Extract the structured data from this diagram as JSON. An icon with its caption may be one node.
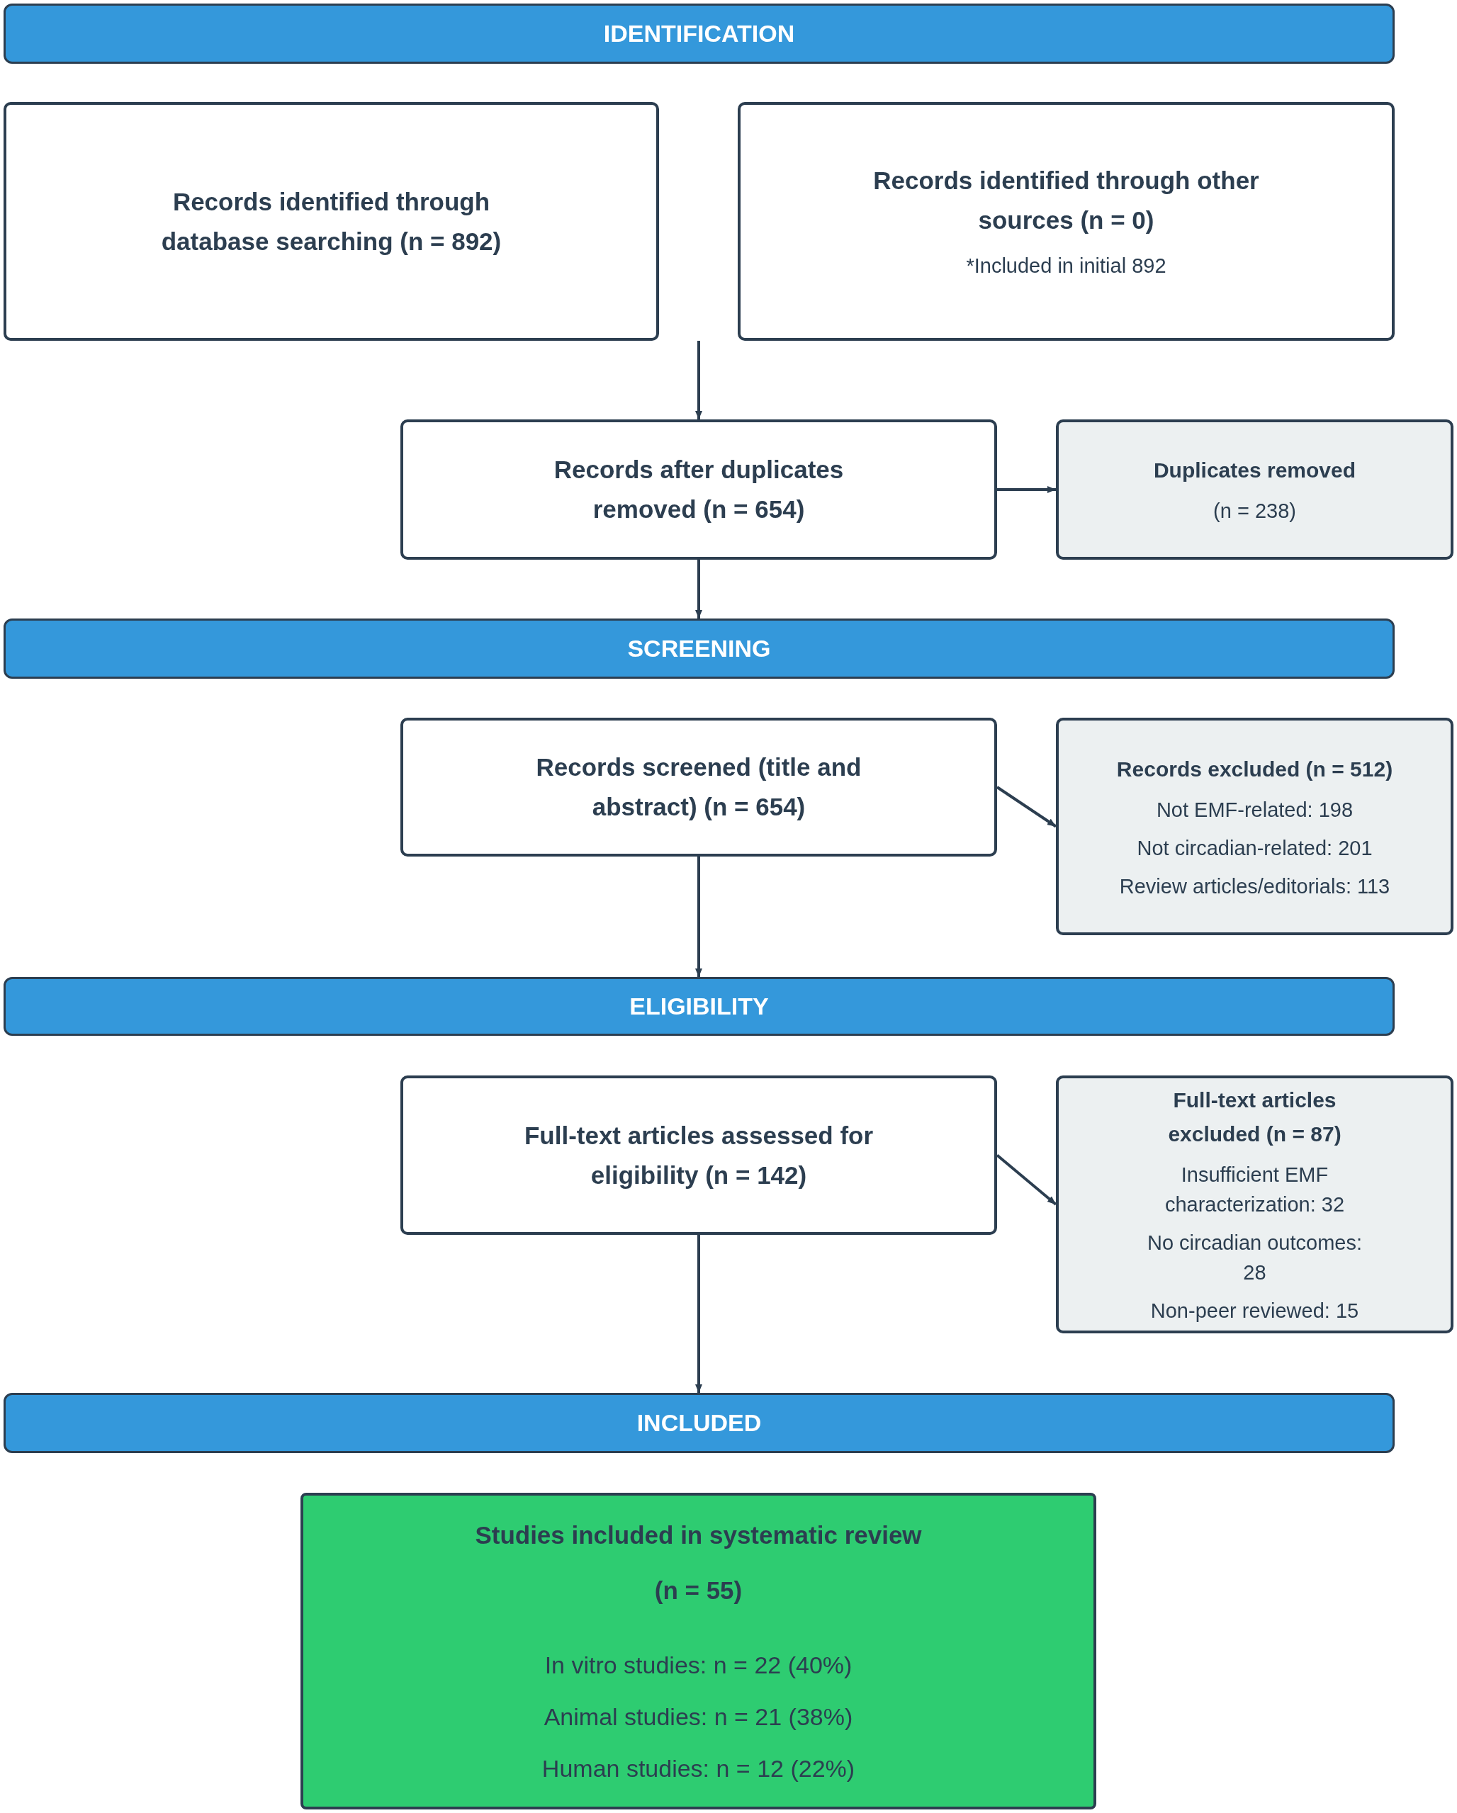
{
  "diagram": {
    "nodes": [
      {
        "text": [
          "IDENTIFICATION"
        ]
      },
      {
        "text": [
          "Records identified through database searching (n = 892)"
        ]
      },
      {
        "text": [
          "Records identified through other sources (n = 0)",
          "*Included in initial 892"
        ]
      },
      {
        "text": [
          "Records after duplicates removed (n = 654)"
        ]
      },
      {
        "text": [
          "Duplicates removed",
          "(n = 238)"
        ]
      },
      {
        "text": [
          "SCREENING"
        ]
      },
      {
        "text": [
          "Records screened (title and abstract) (n = 654)"
        ]
      },
      {
        "text": [
          "Records excluded (n = 512)",
          "Not EMF-related: 198",
          "Not circadian-related: 201",
          "Review articles/editorials: 113"
        ]
      },
      {
        "text": [
          "ELIGIBILITY"
        ]
      },
      {
        "text": [
          "Full-text articles assessed for eligibility (n = 142)"
        ]
      },
      {
        "text": [
          "Full-text articles excluded (n = 87)",
          "Insufficient EMF characterization: 32",
          "No circadian outcomes: 28",
          "Non-peer reviewed: 15"
        ]
      },
      {
        "text": [
          "INCLUDED"
        ]
      },
      {
        "text": [
          "Studies included in systematic review",
          "(n = 55)",
          "In vitro studies: n = 22 (40%)",
          "Animal studies: n = 21 (38%)",
          "Human studies: n = 12 (22%)"
        ]
      }
    ],
    "edges": [
      {
        "from": null,
        "to": 3,
        "arrow": "to"
      },
      {
        "from": 3,
        "to": 4,
        "arrow": "to"
      },
      {
        "from": 3,
        "to": 5,
        "arrow": "to"
      },
      {
        "from": 6,
        "to": 7,
        "arrow": "to"
      },
      {
        "from": 6,
        "to": 8,
        "arrow": "to"
      },
      {
        "from": 9,
        "to": 10,
        "arrow": "to"
      },
      {
        "from": 9,
        "to": 11,
        "arrow": "to"
      }
    ]
  }
}
